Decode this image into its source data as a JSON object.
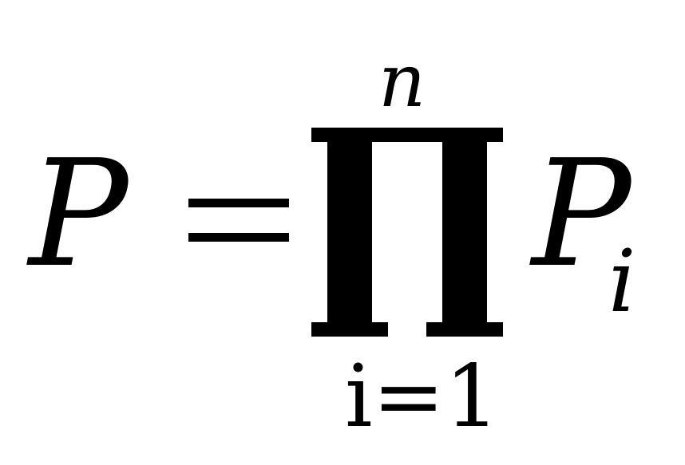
{
  "formula": {
    "lhs": "P",
    "equals": "=",
    "operator": "∏",
    "upper_limit": "n",
    "lower_limit": "i=1",
    "term": "P",
    "term_subscript": "i"
  }
}
